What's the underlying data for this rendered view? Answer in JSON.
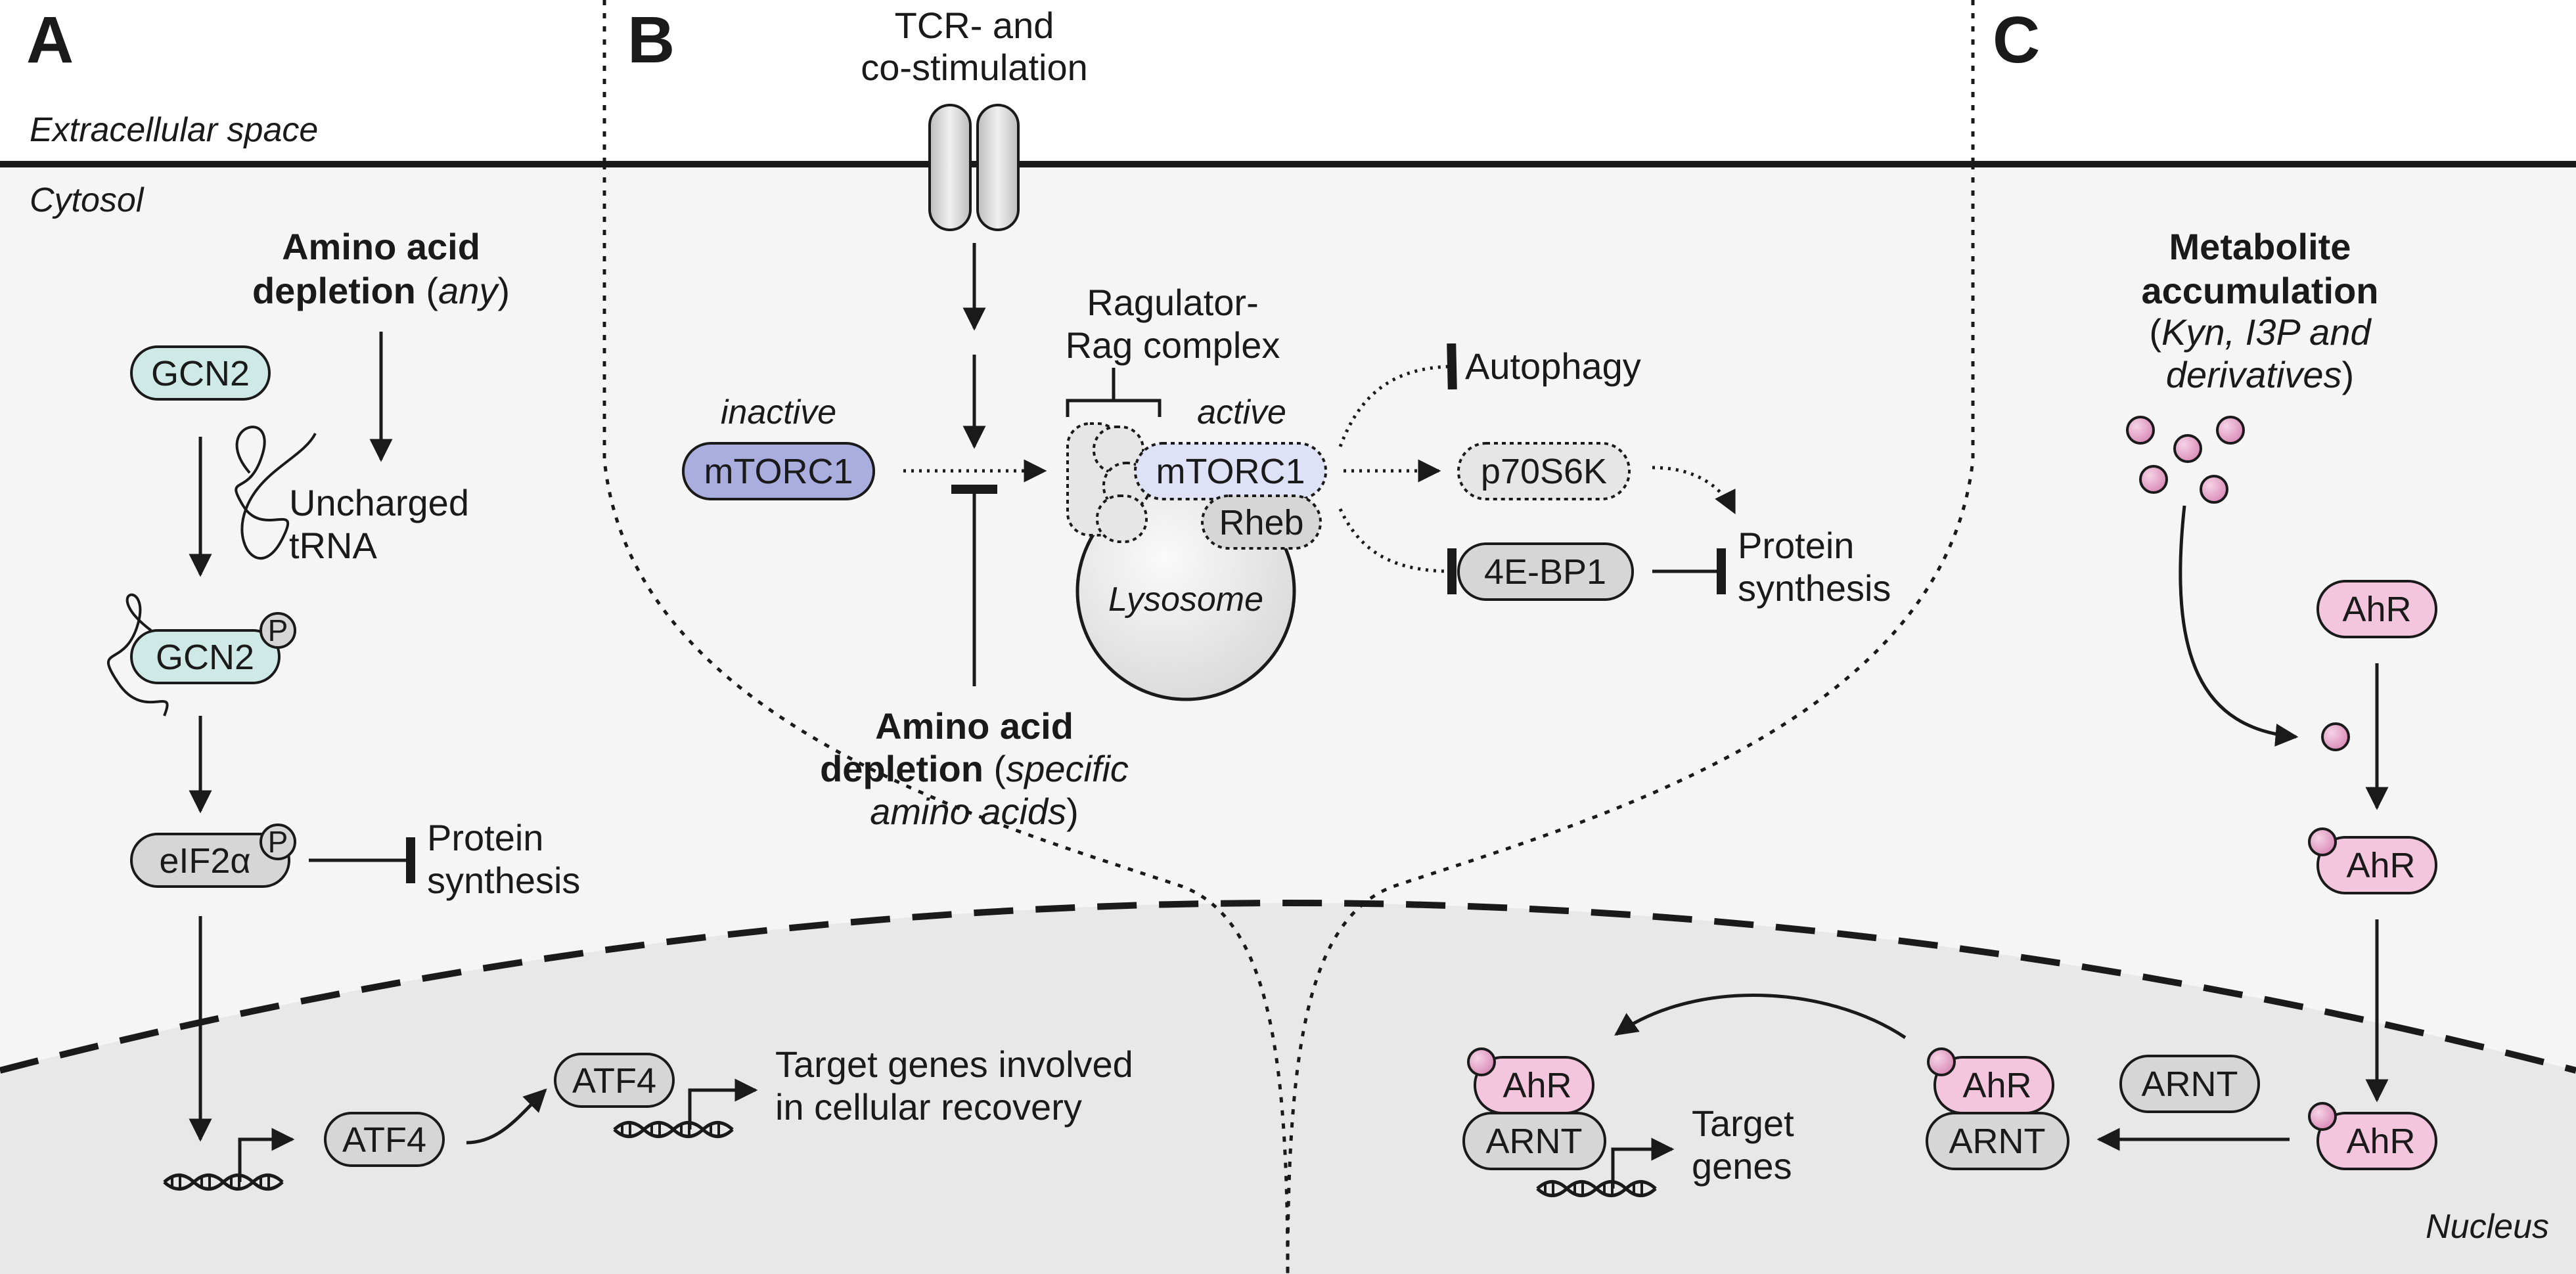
{
  "panels": {
    "a": "A",
    "b": "B",
    "c": "C"
  },
  "regions": {
    "extracellular": "Extracellular space",
    "cytosol": "Cytosol",
    "nucleus": "Nucleus"
  },
  "panel_a": {
    "aa_line1": "Amino acid",
    "aa_line2_bold": "depletion",
    "aa_line2_open": " (",
    "aa_line2_italic": "any",
    "aa_line2_close": ")",
    "gcn2": "GCN2",
    "uncharged_1": "Uncharged",
    "uncharged_2": "tRNA",
    "gcn2_p": "GCN2",
    "p_label": "P",
    "eif2a": "eIF2α",
    "protein_1": "Protein",
    "protein_2": "synthesis",
    "atf4_a": "ATF4",
    "atf4_b": "ATF4",
    "target_1": "Target genes involved",
    "target_2": "in cellular recovery"
  },
  "panel_b": {
    "tcr_1": "TCR- and",
    "tcr_2": "co-stimulation",
    "ragulator_1": "Ragulator-",
    "ragulator_2": "Rag complex",
    "inactive": "inactive",
    "active": "active",
    "mtorc1_inactive": "mTORC1",
    "mtorc1_active": "mTORC1",
    "rheb": "Rheb",
    "lysosome": "Lysosome",
    "autophagy": "Autophagy",
    "p70s6k": "p70S6K",
    "ebp1": "4E-BP1",
    "protein_1": "Protein",
    "protein_2": "synthesis",
    "aa_line1": "Amino acid",
    "aa_line2_bold": "depletion",
    "aa_line2_open": " (",
    "aa_line2_italic": "specific",
    "aa_line3_italic": "amino acids",
    "aa_line3_close": ")"
  },
  "panel_c": {
    "met_1": "Metabolite",
    "met_2": "accumulation",
    "sub_open": "(",
    "sub_1": "Kyn, I3P and",
    "sub_2": "derivatives",
    "sub_close": ")",
    "ahr_1": "AhR",
    "ahr_2": "AhR",
    "ahr_3": "AhR",
    "ahr_4": "AhR",
    "ahr_5": "AhR",
    "arnt_1": "ARNT",
    "arnt_2": "ARNT",
    "arnt_3": "ARNT",
    "target_1": "Target",
    "target_2": "genes"
  },
  "colors": {
    "cytosol": "#f5f5f5",
    "nucleus": "#e8e8e8",
    "gcn2": "#cfe9e6",
    "mtorc1_inactive": "#a9aedf",
    "mtorc1_active": "#dfe2f6",
    "grey_pill": "#d6d6d6",
    "ahr": "#f3c6de",
    "ligand": "#e7a3c9"
  }
}
